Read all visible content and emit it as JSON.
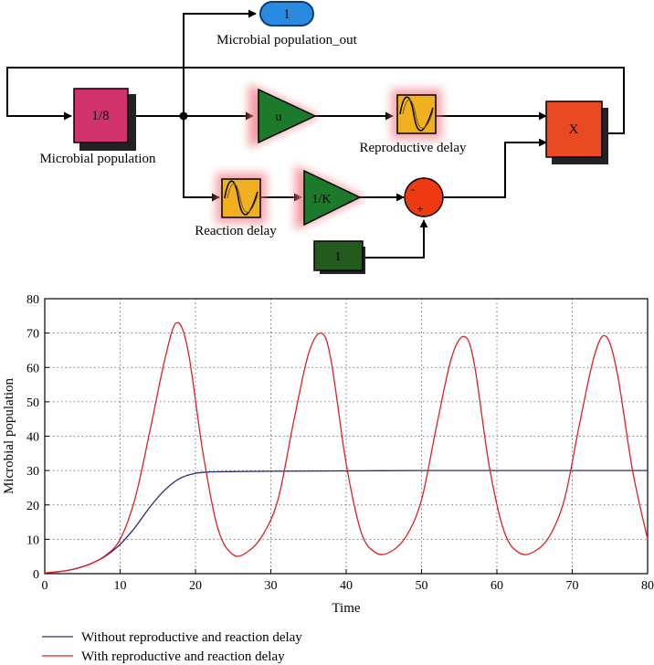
{
  "diagram": {
    "output_port": {
      "label": "1",
      "caption": "Microbial population_out"
    },
    "integrator": {
      "label": "1/8",
      "caption": "Microbial population"
    },
    "gain_u": {
      "label": "u"
    },
    "reproductive_delay": {
      "caption": "Reproductive delay"
    },
    "product": {
      "label": "X"
    },
    "reaction_delay": {
      "caption": "Reaction delay"
    },
    "gain_k": {
      "label": "1/K"
    },
    "sum": {
      "sign_top": "-",
      "sign_bottom": "+"
    },
    "constant": {
      "label": "1"
    },
    "colors": {
      "integrator": "#d0336c",
      "gain": "#1d7a2a",
      "delay": "#f0b020",
      "product": "#ea4a22",
      "sum": "#ee3a12",
      "constant": "#245a1e",
      "out_port": "#2a8ae0",
      "glow": "#f07880"
    },
    "icons": {
      "delay": "transport-delay-sine-icon",
      "gain": "gain-triangle-icon"
    }
  },
  "chart_data": {
    "type": "line",
    "xlabel": "Time",
    "ylabel": "Microbial population",
    "xlim": [
      0,
      80
    ],
    "ylim": [
      0,
      80
    ],
    "xticks": [
      0,
      10,
      20,
      30,
      40,
      50,
      60,
      70,
      80
    ],
    "yticks": [
      0,
      10,
      20,
      30,
      40,
      50,
      60,
      70,
      80
    ],
    "grid": true,
    "legend_position": "bottom-left below plot",
    "series": [
      {
        "name": "Without reproductive and reaction delay",
        "color": "#2a2a7a",
        "x": [
          0,
          2,
          4,
          6,
          8,
          10,
          12,
          14,
          16,
          18,
          20,
          22,
          25,
          30,
          40,
          50,
          60,
          70,
          80
        ],
        "y": [
          0.2,
          0.6,
          1.4,
          2.8,
          5.0,
          8.5,
          13.5,
          19.5,
          24.5,
          27.8,
          29.2,
          29.6,
          29.7,
          29.8,
          29.9,
          30.0,
          30.0,
          30.0,
          30.0
        ]
      },
      {
        "name": "With reproductive and reaction delay",
        "color": "#e02020",
        "x": [
          0,
          2,
          4,
          6,
          8,
          10,
          12,
          14,
          16,
          17.5,
          19,
          21,
          23,
          25,
          27,
          29,
          31,
          33,
          35,
          36.7,
          38,
          40,
          42,
          44,
          46,
          48,
          50,
          52,
          54,
          55.7,
          57,
          59,
          61,
          63,
          65,
          67,
          69,
          71,
          73,
          74.5,
          76,
          78,
          80
        ],
        "y": [
          0.2,
          0.6,
          1.4,
          2.8,
          5.2,
          10.0,
          22.0,
          42.0,
          63.0,
          73.0,
          65.0,
          35.0,
          13.0,
          5.5,
          6.5,
          11.5,
          22.0,
          44.0,
          64.0,
          70.0,
          62.0,
          32.0,
          12.0,
          6.0,
          6.5,
          11.0,
          21.5,
          43.0,
          63.0,
          69.0,
          61.0,
          31.0,
          12.0,
          6.0,
          6.5,
          11.0,
          22.0,
          44.0,
          64.0,
          69.0,
          58.0,
          30.0,
          10.0
        ]
      }
    ]
  }
}
